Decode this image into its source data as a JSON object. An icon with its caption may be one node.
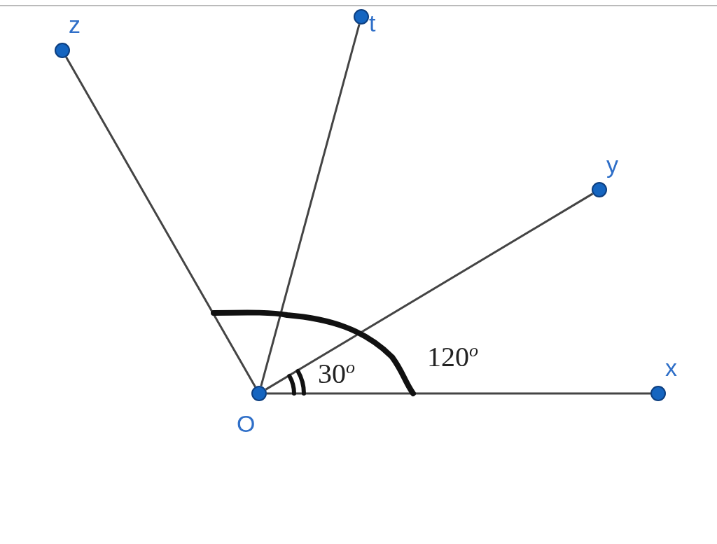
{
  "diagram": {
    "nodes": [
      {
        "text": [],
        "shape": "circle",
        "beside": [
          "t"
        ]
      },
      {
        "text": [],
        "shape": "circle",
        "beside": [
          "z"
        ]
      },
      {
        "text": [],
        "shape": "circle",
        "beside": [
          "y"
        ]
      },
      {
        "text": [],
        "shape": "circle",
        "beside": [
          "x"
        ]
      },
      {
        "text": [],
        "shape": "circle",
        "beside": [
          "O"
        ]
      }
    ],
    "edges": [
      {
        "from": 4,
        "to": 3,
        "arrow": "none"
      },
      {
        "from": 4,
        "to": 2,
        "arrow": "none"
      },
      {
        "from": 4,
        "to": 1,
        "arrow": "none"
      },
      {
        "from": 4,
        "to": 0,
        "arrow": "none"
      }
    ],
    "labels": [
      "120$^{o}$",
      "30$^{o}$"
    ]
  }
}
